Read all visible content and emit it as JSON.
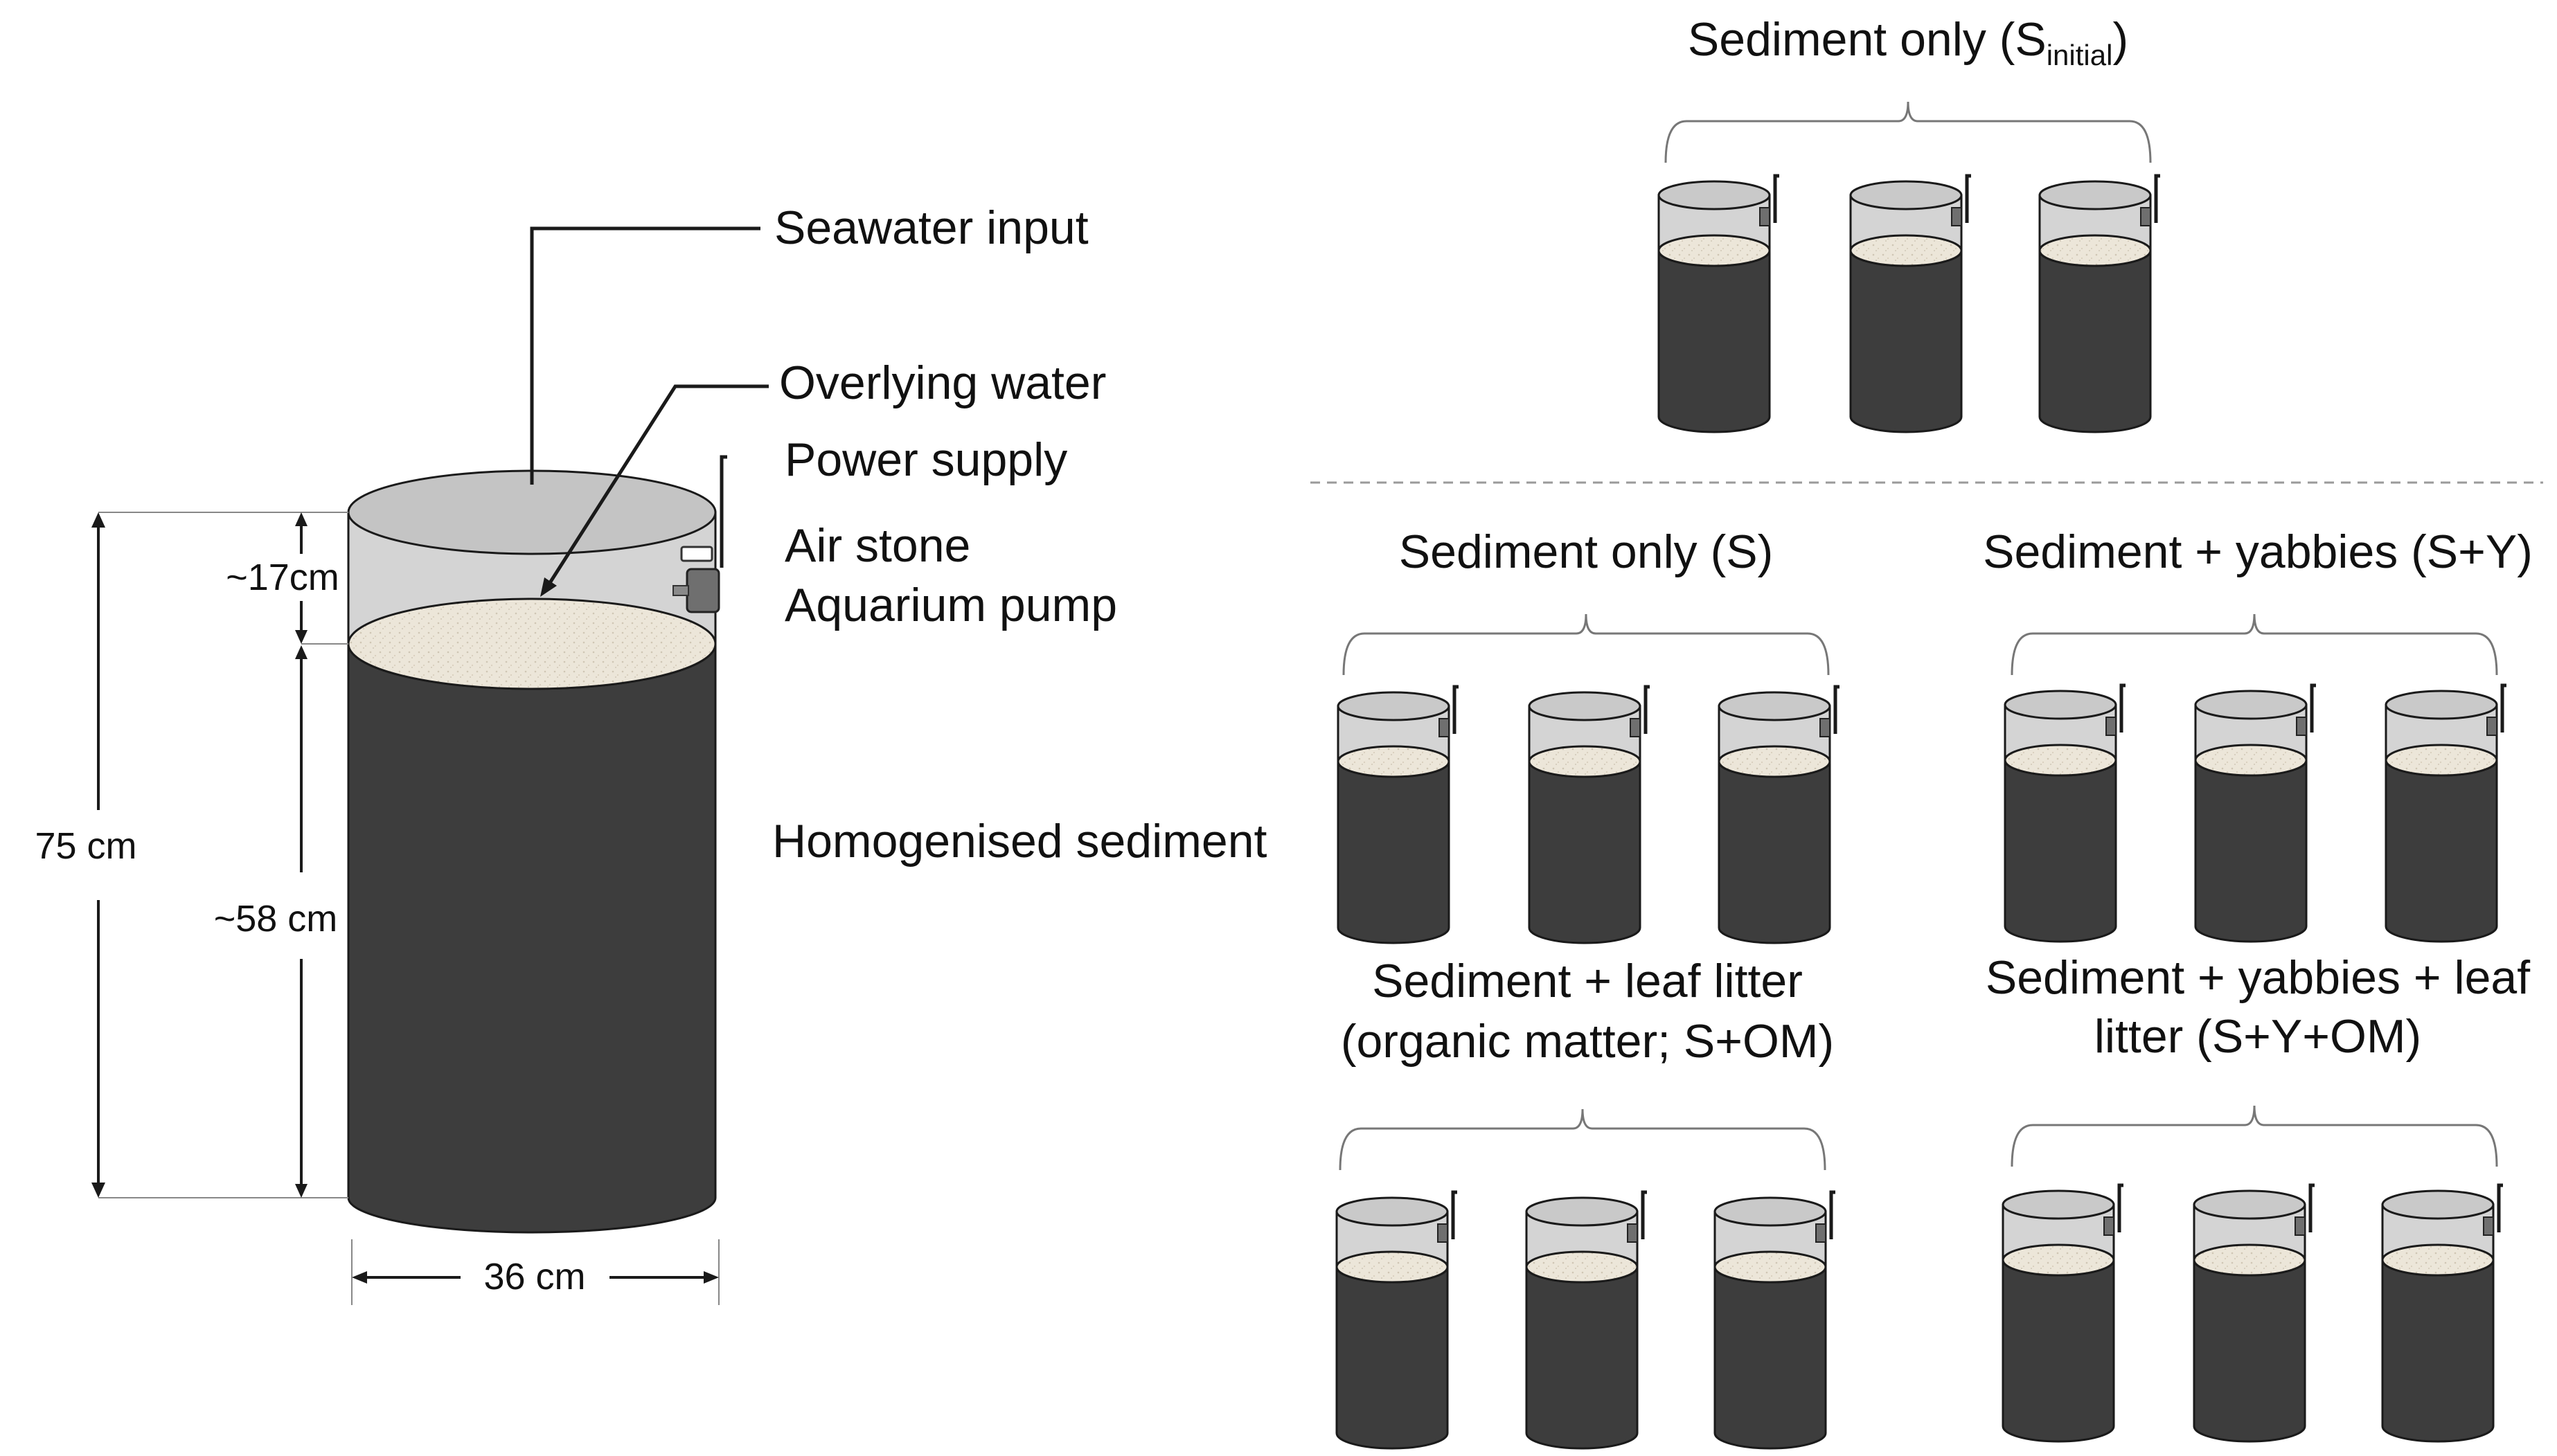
{
  "main_diagram": {
    "labels": {
      "seawater_input": "Seawater input",
      "overlying_water": "Overlying water",
      "power_supply": "Power supply",
      "air_stone": "Air stone",
      "aquarium_pump": "Aquarium pump",
      "homogenised_sediment": "Homogenised sediment"
    },
    "dimensions": {
      "total_height": "75 cm",
      "water_height": "~17cm",
      "sediment_height": "~58 cm",
      "diameter": "36 cm"
    }
  },
  "treatments": {
    "initial": {
      "title_main": "Sediment only (S",
      "title_sub": "initial",
      "title_close": ")"
    },
    "s": {
      "title": "Sediment only (S)"
    },
    "sy": {
      "title": "Sediment + yabbies (S+Y)"
    },
    "som": {
      "title_line1": "Sediment + leaf litter",
      "title_line2": "(organic matter; S+OM)"
    },
    "syom": {
      "title_line1": "Sediment + yabbies + leaf",
      "title_line2": "litter (S+Y+OM)"
    },
    "replicates_per_treatment": 3
  },
  "colors": {
    "sediment": "#3d3d3d",
    "sediment_surface": "#ece6d9",
    "water": "#c9c9c9",
    "stroke": "#1a1a1a",
    "bracket": "#777777",
    "divider": "#9a9a9a"
  }
}
